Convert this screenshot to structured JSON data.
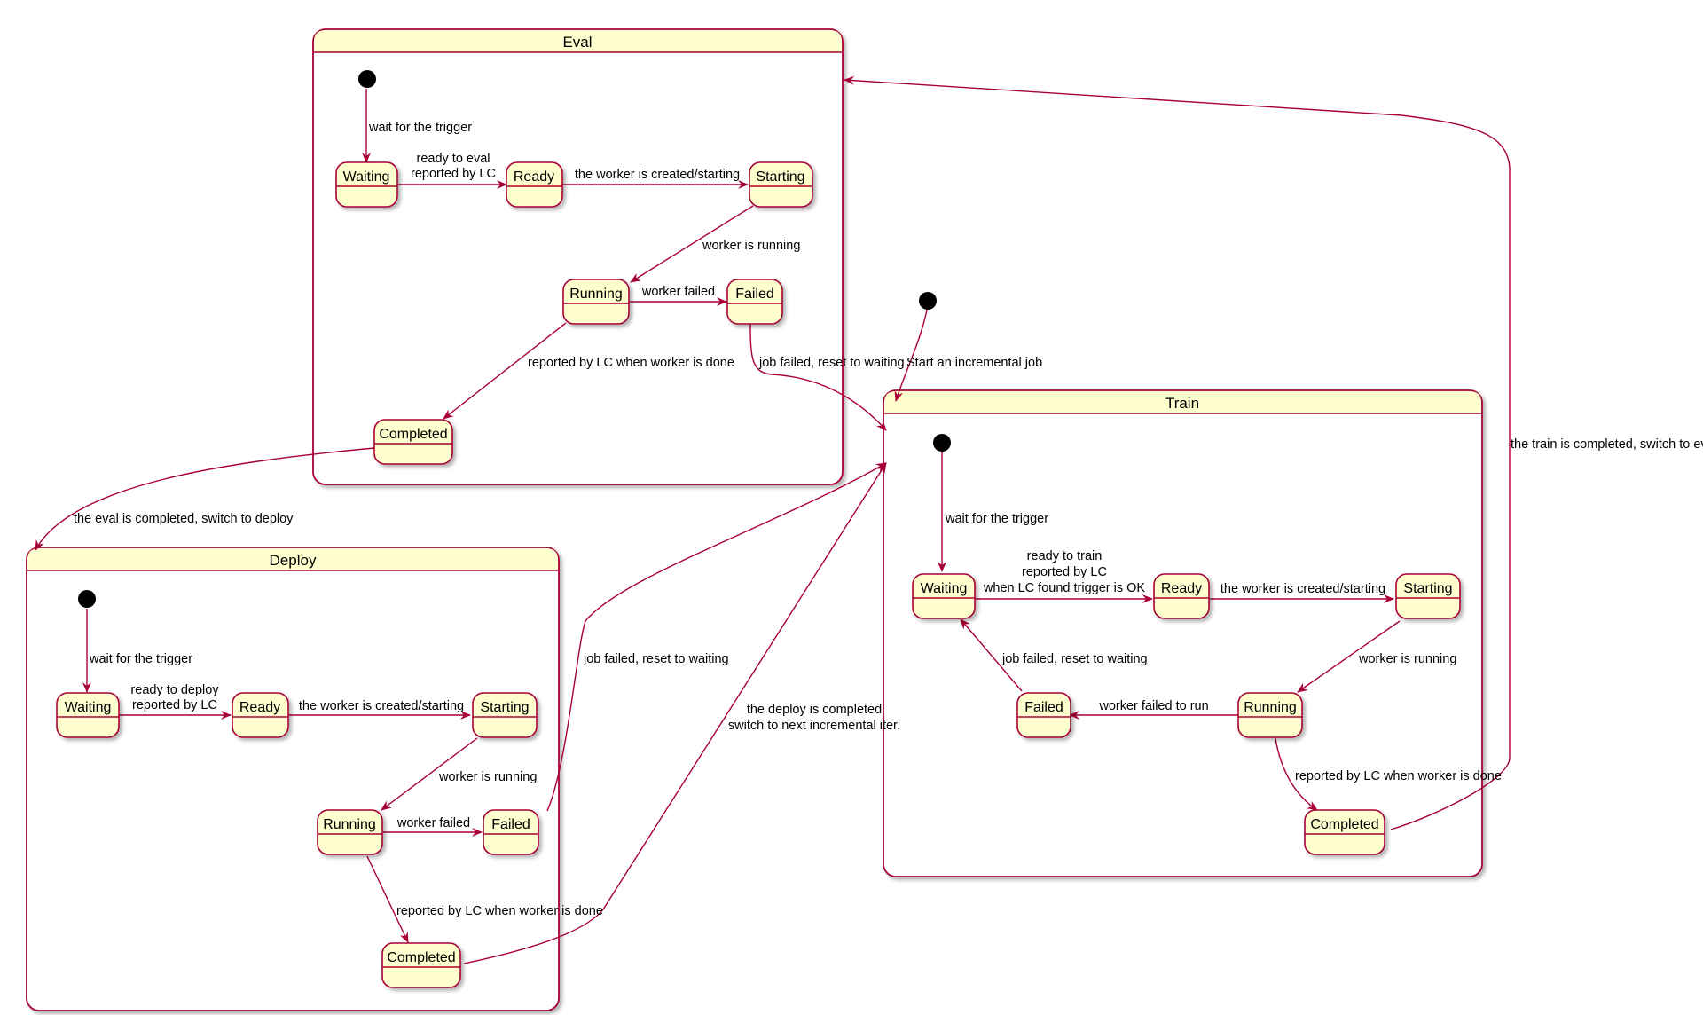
{
  "diagram": {
    "composites": {
      "eval": {
        "title": "Eval"
      },
      "deploy": {
        "title": "Deploy"
      },
      "train": {
        "title": "Train"
      }
    },
    "states": {
      "waiting": "Waiting",
      "ready": "Ready",
      "starting": "Starting",
      "running": "Running",
      "failed": "Failed",
      "completed": "Completed"
    },
    "labels": {
      "eval_wait": "wait for the trigger",
      "eval_ready_1": "ready to eval",
      "eval_ready_2": "reported by LC",
      "eval_created": "the worker is created/starting",
      "eval_running": "worker is running",
      "eval_failed": "worker failed",
      "eval_done": "reported by LC when worker is done",
      "eval_job_failed": "job failed, reset to waiting",
      "start_incremental": "Start an incremental job",
      "eval_to_deploy": "the eval is completed, switch to deploy",
      "train_to_eval": "the train is completed, switch to eval",
      "deploy_wait": "wait for the trigger",
      "deploy_ready_1": "ready to deploy",
      "deploy_ready_2": "reported by LC",
      "deploy_created": "the worker is created/starting",
      "deploy_running": "worker is running",
      "deploy_failed": "worker failed",
      "deploy_done": "reported by LC when worker is done",
      "deploy_job_failed": "job failed, reset to waiting",
      "deploy_complete_1": "the deploy is completed",
      "deploy_complete_2": "switch to next incremental iter.",
      "train_wait": "wait for the trigger",
      "train_ready_1": "ready to train",
      "train_ready_2": "reported by LC",
      "train_ready_3": "when LC found trigger is OK",
      "train_created": "the worker is created/starting",
      "train_running": "worker is running",
      "train_failed_run": "worker failed to run",
      "train_job_failed": "job failed, reset to waiting",
      "train_done": "reported by LC when worker is done"
    },
    "colors": {
      "state_fill": "#fefece",
      "stroke": "#a80036",
      "initial": "#000000"
    }
  }
}
